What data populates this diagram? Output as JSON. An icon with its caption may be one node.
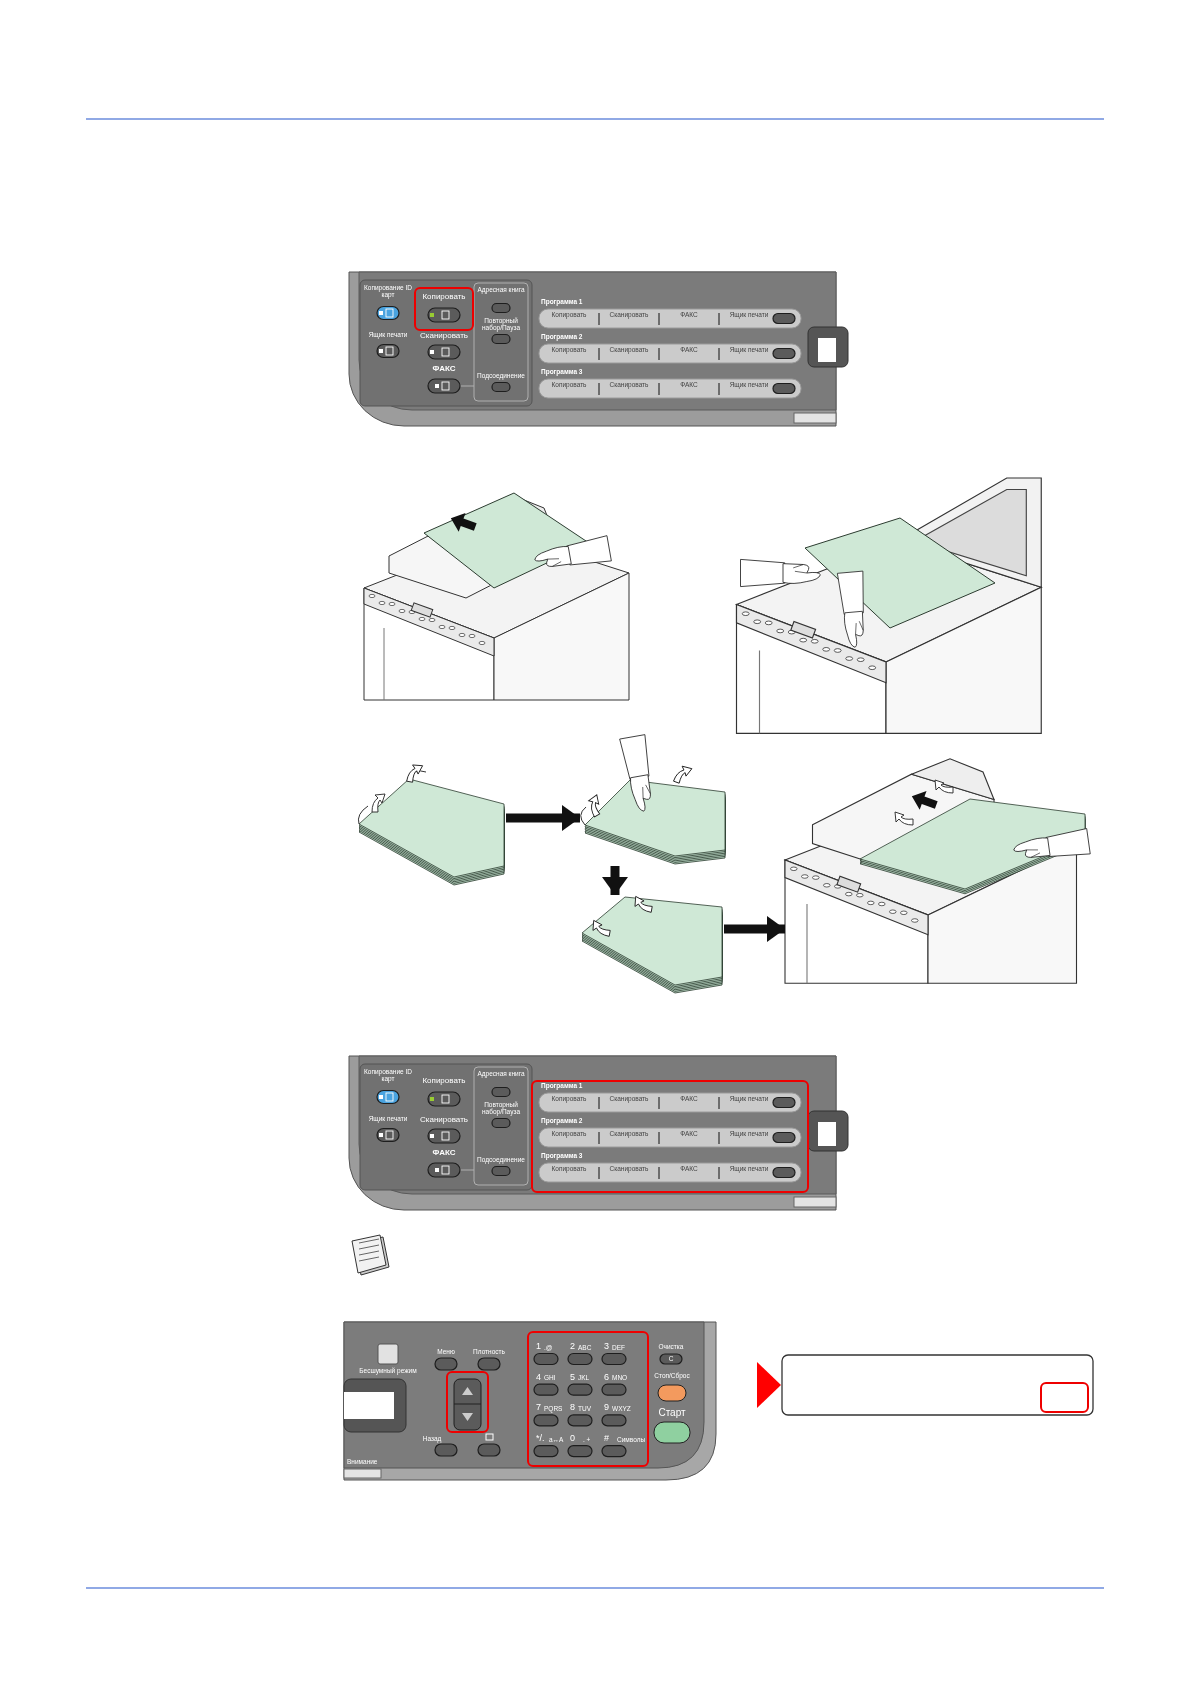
{
  "diagram": {
    "nodes": [
      {
        "text": [],
        "shape": "picture"
      },
      {
        "text": [],
        "shape": "picture"
      },
      {
        "text": [],
        "shape": "picture"
      },
      {
        "text": [],
        "shape": "picture"
      },
      {
        "text": [],
        "shape": "picture"
      },
      {
        "text": [],
        "shape": "box"
      }
    ],
    "edges": [
      {
        "from": 0,
        "to": 1,
        "arrow": "to"
      },
      {
        "from": 1,
        "to": 2,
        "arrow": "to"
      },
      {
        "from": 2,
        "to": 3,
        "arrow": "to"
      },
      {
        "from": 4,
        "to": 5,
        "arrow": "to",
        "color": "#ff0000"
      }
    ],
    "labels": [
      "Копирование ID карт",
      "Копировать",
      "Адресная книга",
      "Ящик печати",
      "Сканировать",
      "Повторный набор/Пауза",
      "ФАКС",
      "Подсоединение",
      "Программа 1",
      "Копировать",
      "Сканировать",
      "ФАКС",
      "Ящик печати",
      "Программа 2",
      "Копировать",
      "Сканировать",
      "ФАКС",
      "Ящик печати",
      "Программа 3",
      "Копировать",
      "Сканировать",
      "ФАКС",
      "Ящик печати",
      "Копирование ID карт",
      "Копировать",
      "Адресная книга",
      "Ящик печати",
      "Сканировать",
      "Повторный набор/Пауза",
      "ФАКС",
      "Подсоединение",
      "Программа 1",
      "Копировать",
      "Сканировать",
      "ФАКС",
      "Ящик печати",
      "Программа 2",
      "Копировать",
      "Сканировать",
      "ФАКС",
      "Ящик печати",
      "Программа 3",
      "Копировать",
      "Сканировать",
      "ФАКС",
      "Ящик печати",
      "Меню",
      "Плотность",
      "1",
      ".@",
      "2",
      "ABC",
      "3",
      "DEF",
      "Очистка",
      "C",
      "Бесшумный режим",
      "4",
      "GHI",
      "5",
      "JKL",
      "6",
      "MNO",
      "Стоп/Сброс",
      "7",
      "PQRS",
      "8",
      "TUV",
      "9",
      "WXYZ",
      "Старт",
      "Назад",
      "*/.",
      "a↔A",
      "0",
      ". +",
      "#",
      "Символы",
      "Внимание"
    ]
  }
}
